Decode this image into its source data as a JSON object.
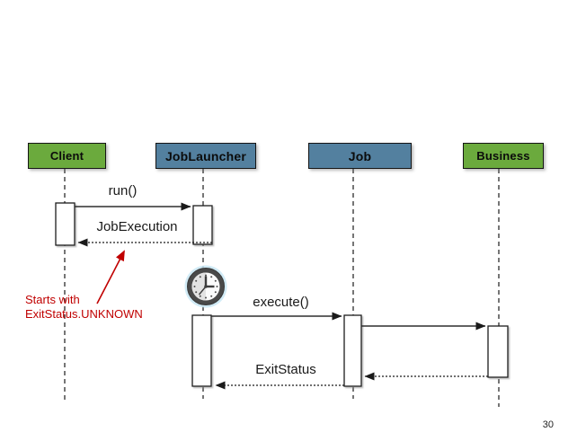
{
  "slide": {
    "page_number": "30"
  },
  "diagram": {
    "type": "uml-sequence-diagram",
    "actors": [
      {
        "name": "Client",
        "color": "#6BAA3D"
      },
      {
        "name": "JobLauncher",
        "color": "#53809F"
      },
      {
        "name": "Job",
        "color": "#53809F"
      },
      {
        "name": "Business",
        "color": "#6BAA3D"
      }
    ],
    "messages": {
      "run": "run()",
      "job_execution": "JobExecution",
      "execute": "execute()",
      "exit_status": "ExitStatus"
    },
    "annotation": {
      "line1": "Starts with",
      "line2": "ExitStatus.UNKNOWN",
      "color": "#C00000"
    },
    "icons": {
      "clock": "clock-icon"
    }
  }
}
